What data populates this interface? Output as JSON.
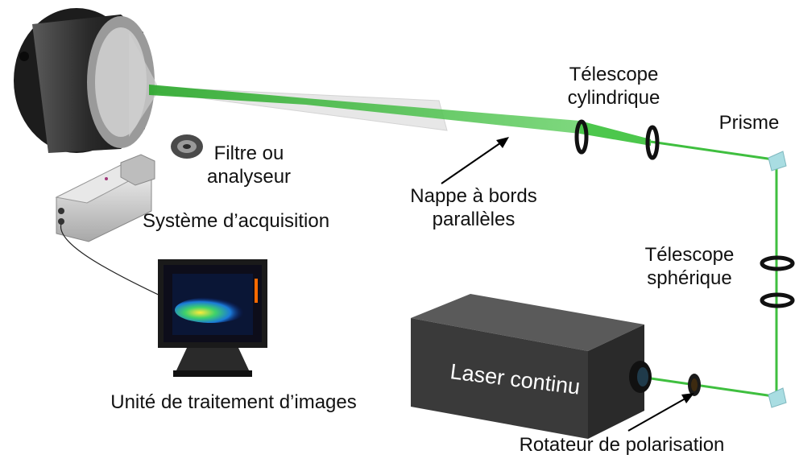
{
  "labels": {
    "telescope_cyl": {
      "line1": "Télescope",
      "line2": "cylindrique"
    },
    "prism": "Prisme",
    "filter": {
      "line1": "Filtre ou",
      "line2": "analyseur"
    },
    "acquisition": "Système d’acquisition",
    "sheet": {
      "line1": "Nappe à bords",
      "line2": "parallèles"
    },
    "telescope_sph": {
      "line1": "Télescope",
      "line2": "sphérique"
    },
    "laser": "Laser continu",
    "processing": "Unité de traitement d’images",
    "rotator": "Rotateur de polarisation"
  },
  "colors": {
    "beam": "#3fbf3f",
    "laser_body": "#3a3a3a",
    "nozzle_body": "#2b2b2b",
    "prism": "#a9dde2"
  }
}
